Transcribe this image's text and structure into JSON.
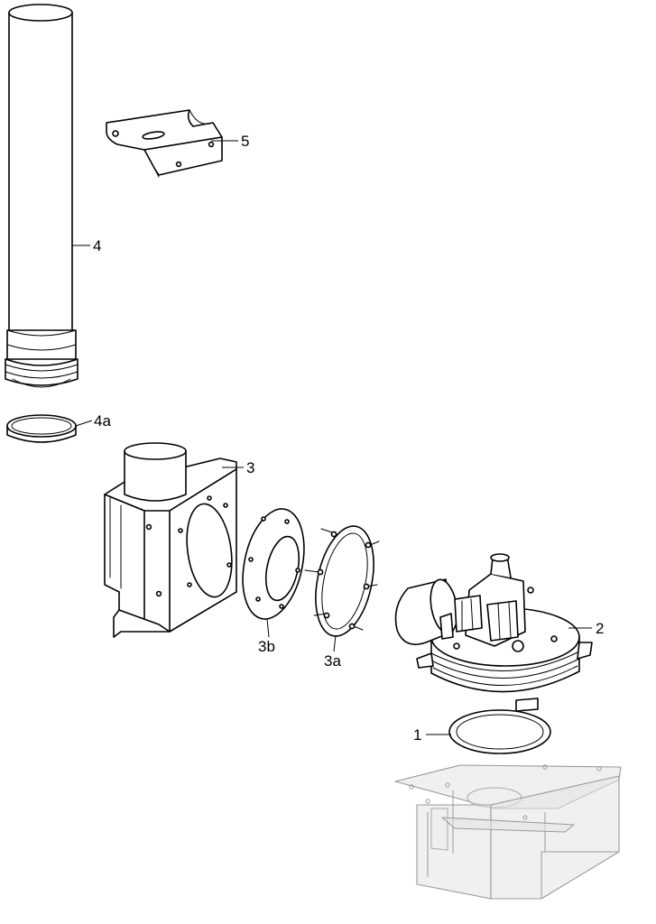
{
  "title": "",
  "parts": [
    {
      "id": "1"
    },
    {
      "id": "2"
    },
    {
      "id": "3"
    },
    {
      "id": "3a"
    },
    {
      "id": "3b"
    },
    {
      "id": "4"
    },
    {
      "id": "4a"
    },
    {
      "id": "5"
    }
  ],
  "labels": {
    "p1": "1",
    "p2": "2",
    "p3": "3",
    "p3a": "3a",
    "p3b": "3b",
    "p4": "4",
    "p4a": "4a",
    "p5": "5"
  },
  "colors": {
    "line": "#000000",
    "background": "#ffffff",
    "ghost_outline": "#9a9a9a",
    "ghost_fill": "#e4e4e4"
  }
}
